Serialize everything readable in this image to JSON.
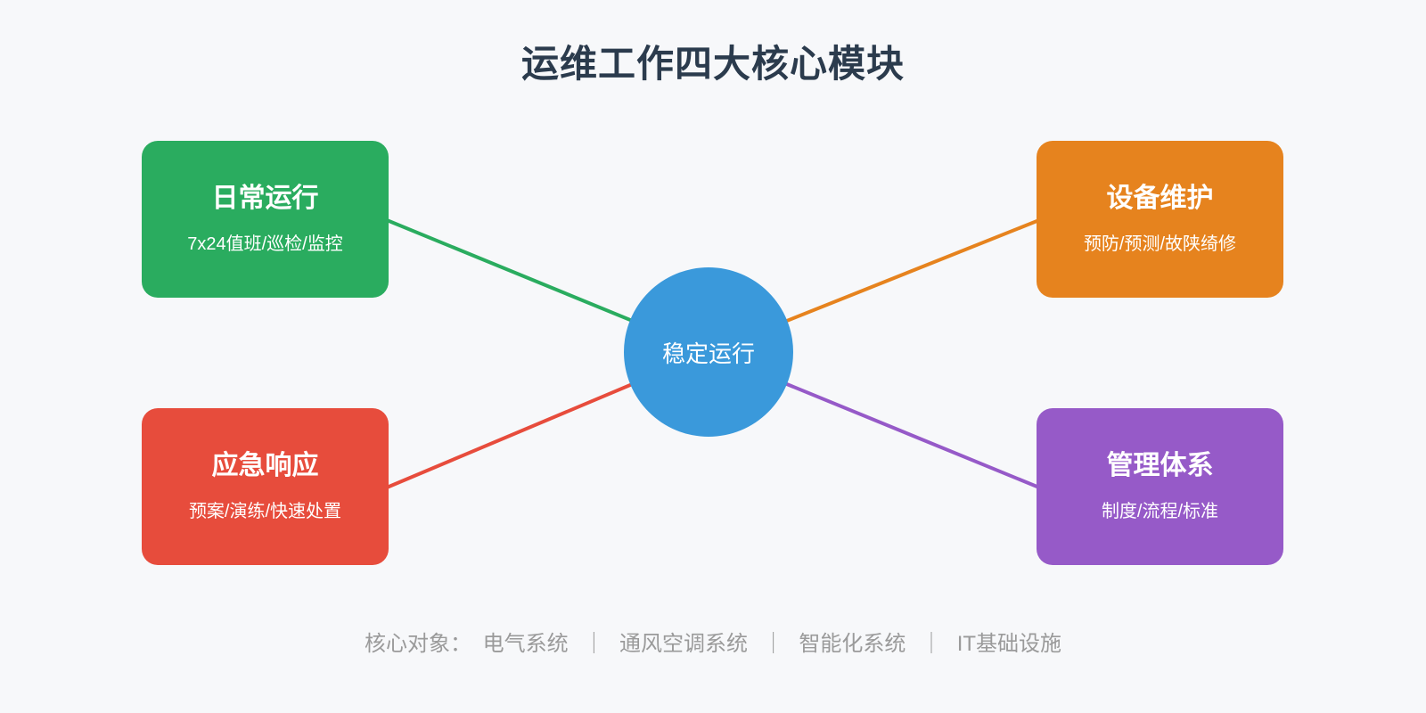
{
  "page": {
    "title": "运维工作四大核心模块",
    "background_color": "#F7F8FA",
    "title_color": "#2B3B4D"
  },
  "center_node": {
    "label": "稳定运行",
    "color": "#3A99DB"
  },
  "modules": [
    {
      "title": "日常运行",
      "subtitle": "7x24值班/巡检/监控",
      "color": "#2AAC5F"
    },
    {
      "title": "设备维护",
      "subtitle": "预防/预测/故陕绮修",
      "color": "#E6831E"
    },
    {
      "title": "应急响应",
      "subtitle": "预案/演练/快速处置",
      "color": "#E74C3C"
    },
    {
      "title": "管理体系",
      "subtitle": "制度/流程/标准",
      "color": "#965AC8"
    }
  ],
  "footer": {
    "label": "核心对象：",
    "items": [
      "电气系统",
      "通风空调系统",
      "智能化系统",
      "IT基础设施"
    ],
    "separator": "｜",
    "text_color": "#9A9A9A"
  }
}
